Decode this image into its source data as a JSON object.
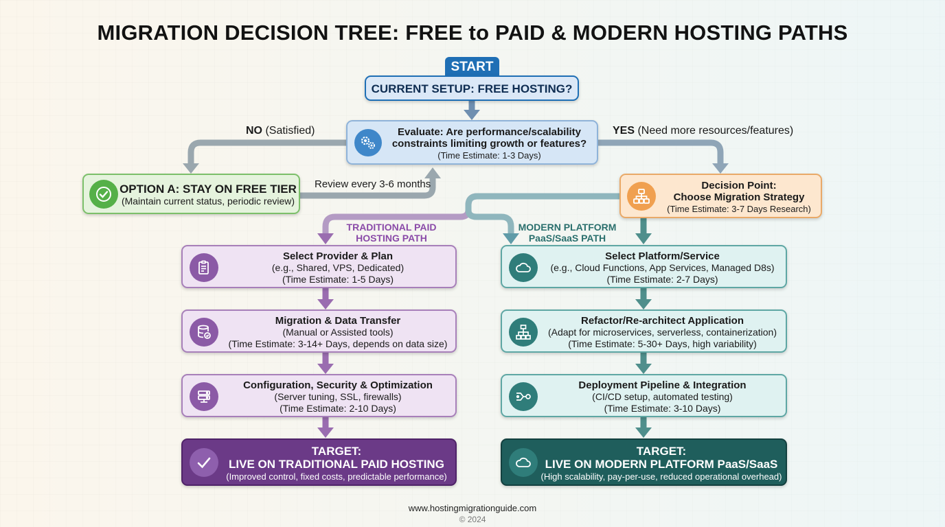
{
  "title": "MIGRATION DECISION TREE: FREE to PAID & MODERN HOSTING PATHS",
  "start": {
    "tag": "START",
    "question": "CURRENT SETUP: FREE HOSTING?"
  },
  "evaluate": {
    "line1": "Evaluate: Are performance/scalability",
    "line2": "constraints limiting growth or features?",
    "time": "(Time Estimate: 1-3 Days)",
    "icon": "gears-icon"
  },
  "branches": {
    "no_label": "NO",
    "no_note": "(Satisfied)",
    "yes_label": "YES",
    "yes_note": "(Need more resources/features)",
    "review": "Review every 3-6 months"
  },
  "option_a": {
    "title": "OPTION A: STAY ON FREE TIER",
    "subtitle": "(Maintain current status, periodic review)",
    "icon": "check-circle-icon"
  },
  "decision": {
    "line1": "Decision Point:",
    "line2": "Choose Migration Strategy",
    "time": "(Time Estimate: 3-7 Days Research)",
    "icon": "hierarchy-icon"
  },
  "traditional": {
    "path_line1": "TRADITIONAL PAID",
    "path_line2": "HOSTING PATH",
    "color": "#6b3a87",
    "steps": [
      {
        "title": "Select Provider & Plan",
        "detail": "(e.g., Shared, VPS, Dedicated)",
        "time": "(Time Estimate: 1-5 Days)",
        "icon": "clipboard-icon"
      },
      {
        "title": "Migration & Data Transfer",
        "detail": "(Manual or Assisted tools)",
        "time": "(Time Estimate: 3-14+ Days, depends on data size)",
        "icon": "database-icon"
      },
      {
        "title": "Configuration, Security & Optimization",
        "detail": "(Server tuning, SSL, firewalls)",
        "time": "(Time Estimate: 2-10 Days)",
        "icon": "server-icon"
      }
    ],
    "target": {
      "line1": "TARGET:",
      "line2": "LIVE ON TRADITIONAL PAID HOSTING",
      "line3": "(Improved control, fixed costs, predictable performance)",
      "icon": "checkmark-icon"
    }
  },
  "modern": {
    "path_line1": "MODERN PLATFORM",
    "path_line2": "PaaS/SaaS PATH",
    "color": "#1f5e5c",
    "steps": [
      {
        "title": "Select Platform/Service",
        "detail": "(e.g., Cloud Functions, App Services, Managed D8s)",
        "time": "(Time Estimate: 2-7 Days)",
        "icon": "cloud-icon"
      },
      {
        "title": "Refactor/Re-architect Application",
        "detail": "(Adapt for microservices, serverless, containerization)",
        "time": "(Time Estimate: 5-30+ Days, high variability)",
        "icon": "architecture-icon"
      },
      {
        "title": "Deployment Pipeline & Integration",
        "detail": "(CI/CD setup, automated testing)",
        "time": "(Time Estimate: 3-10 Days)",
        "icon": "pipeline-icon"
      }
    ],
    "target": {
      "line1": "TARGET:",
      "line2": "LIVE ON MODERN PLATFORM PaaS/SaaS",
      "line3": "(High scalability, pay-per-use, reduced operational overhead)",
      "icon": "cloud-icon"
    }
  },
  "footer": {
    "url": "www.hostingmigrationguide.com",
    "copyright": "© 2024"
  }
}
